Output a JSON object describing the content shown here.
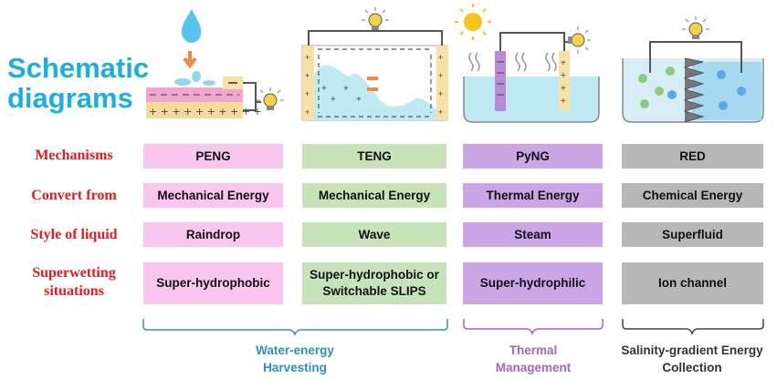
{
  "title": "Schematic diagrams",
  "row_labels": [
    "Mechanisms",
    "Convert from",
    "Style of liquid",
    "Superwetting situations"
  ],
  "columns": [
    {
      "mechanism": "PENG",
      "energy": "Mechanical Energy",
      "liquid": "Raindrop",
      "wetting": "Super-hydrophobic",
      "color": "#F9C6EF"
    },
    {
      "mechanism": "TENG",
      "energy": "Mechanical Energy",
      "liquid": "Wave",
      "wetting": "Super-hydrophobic or Switchable SLIPS",
      "color": "#C7E3B9"
    },
    {
      "mechanism": "PyNG",
      "energy": "Thermal Energy",
      "liquid": "Steam",
      "wetting": "Super-hydrophilic",
      "color": "#CCA5E7"
    },
    {
      "mechanism": "RED",
      "energy": "Chemical Energy",
      "liquid": "Superfluid",
      "wetting": "Ion channel",
      "color": "#B7B7B7"
    }
  ],
  "groups": [
    {
      "label": "Water-energy Harvesting",
      "color": "#2E8FC6"
    },
    {
      "label": "Thermal Management",
      "color": "#A564C4"
    },
    {
      "label": "Salinity-gradient Energy Collection",
      "color": "#333333"
    }
  ],
  "colors": {
    "title": "#1BAEE3",
    "row_label": "#E8191E",
    "bulb": "#F6D24A",
    "sun": "#F7C41A",
    "water": "#BFEAF3"
  }
}
